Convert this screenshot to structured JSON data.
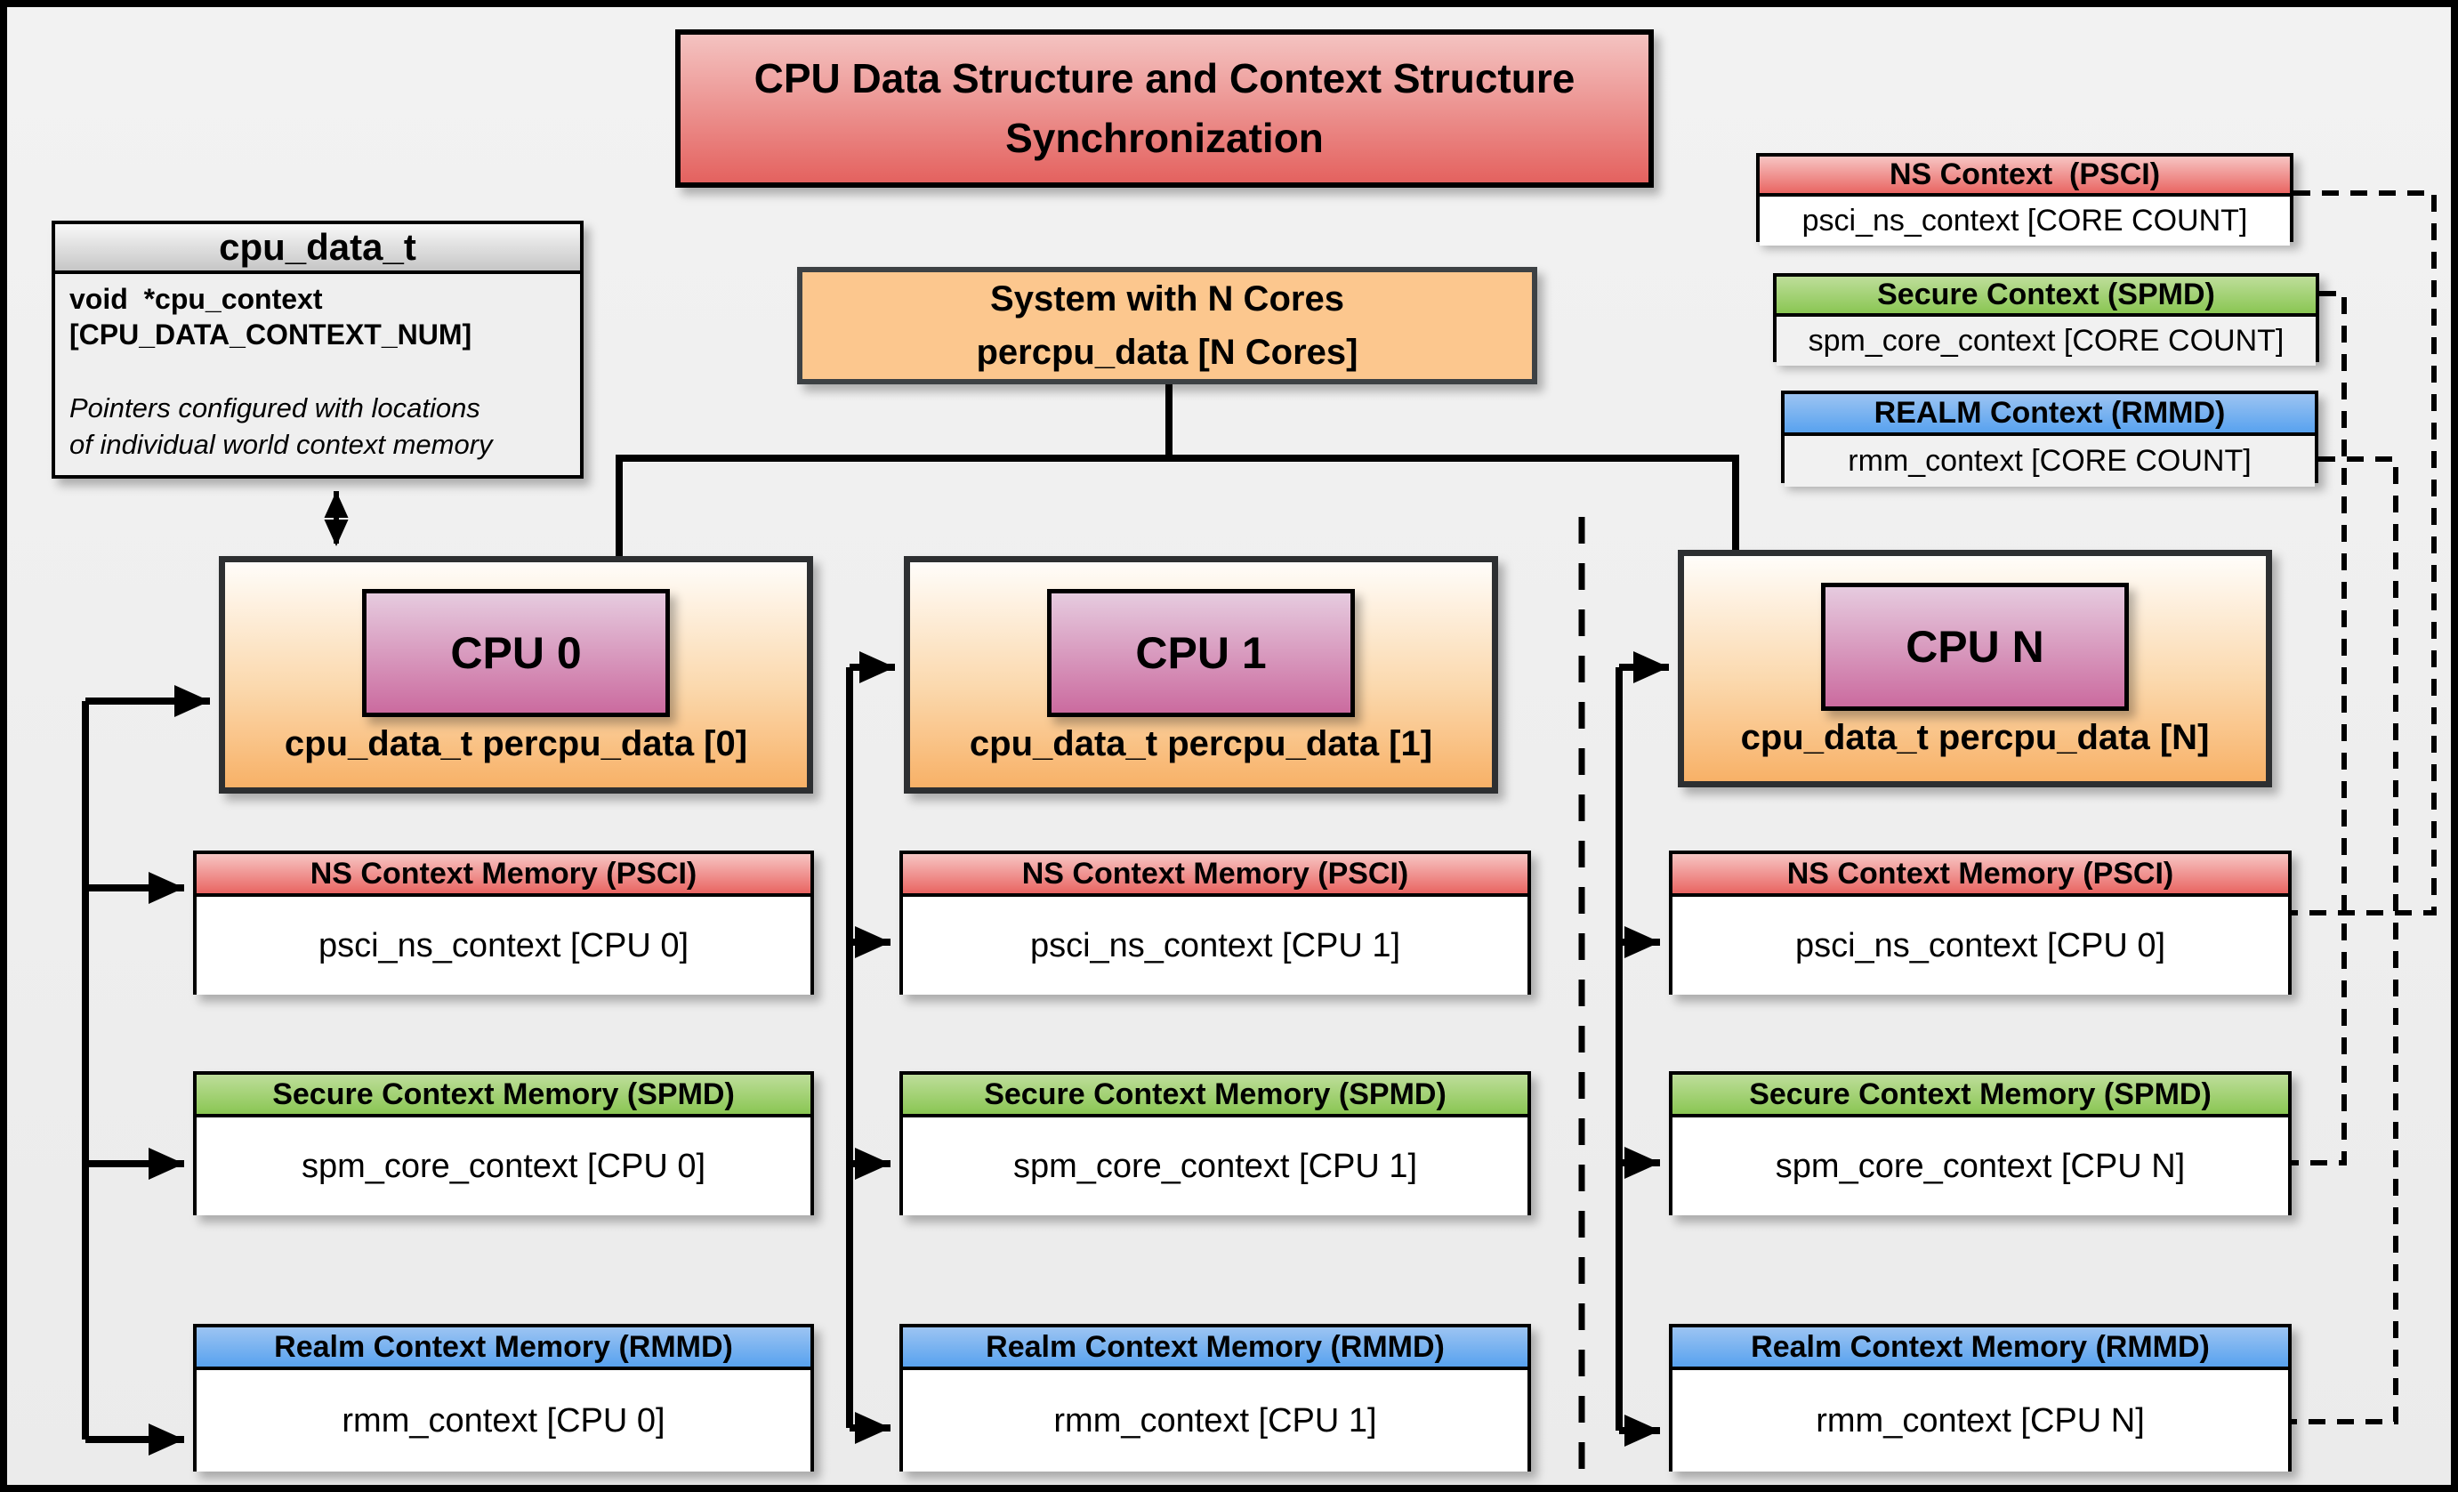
{
  "title": {
    "line1": "CPU Data Structure and Context Structure",
    "line2": "Synchronization"
  },
  "cpu_data_struct": {
    "header": "cpu_data_t",
    "field_line1": "void  *cpu_context",
    "field_line2": "[CPU_DATA_CONTEXT_NUM]",
    "note_line1": "Pointers configured with locations",
    "note_line2": "of individual world context memory"
  },
  "system": {
    "line1": "System with N Cores",
    "line2": "percpu_data [N Cores]"
  },
  "legend": [
    {
      "header": "NS Context  (PSCI)",
      "body": "psci_ns_context [CORE COUNT]"
    },
    {
      "header": "Secure Context (SPMD)",
      "body": "spm_core_context [CORE COUNT]"
    },
    {
      "header": "REALM Context (RMMD)",
      "body": "rmm_context [CORE COUNT]"
    }
  ],
  "cpus": [
    {
      "label": "CPU 0",
      "data_label": "cpu_data_t percpu_data [0]",
      "ns": {
        "header": "NS Context Memory (PSCI)",
        "body": "psci_ns_context [CPU 0]"
      },
      "secure": {
        "header": "Secure Context Memory (SPMD)",
        "body": "spm_core_context [CPU 0]"
      },
      "realm": {
        "header": "Realm Context Memory (RMMD)",
        "body": "rmm_context [CPU 0]"
      }
    },
    {
      "label": "CPU 1",
      "data_label": "cpu_data_t percpu_data [1]",
      "ns": {
        "header": "NS Context Memory (PSCI)",
        "body": "psci_ns_context [CPU 1]"
      },
      "secure": {
        "header": "Secure Context Memory (SPMD)",
        "body": "spm_core_context [CPU 1]"
      },
      "realm": {
        "header": "Realm Context Memory (RMMD)",
        "body": "rmm_context [CPU 1]"
      }
    },
    {
      "label": "CPU N",
      "data_label": "cpu_data_t percpu_data [N]",
      "ns": {
        "header": "NS Context Memory (PSCI)",
        "body": "psci_ns_context [CPU 0]"
      },
      "secure": {
        "header": "Secure Context Memory (SPMD)",
        "body": "spm_core_context [CPU N]"
      },
      "realm": {
        "header": "Realm Context Memory (RMMD)",
        "body": "rmm_context [CPU N]"
      }
    }
  ],
  "colors": {
    "page_background": "#efefef",
    "title_gradient_top": "#f4c3c1",
    "title_gradient_bottom": "#e4625f",
    "ns_header_red": "#e96562",
    "secure_header_green": "#8ac653",
    "realm_header_blue": "#58a2ef",
    "system_orange": "#fcc78e",
    "cpu_gradient_bottom": "#f8b167",
    "cpu_pink_bottom": "#cb6b9f",
    "struct_header_gray": "#c6c6c6",
    "line_black": "#000000"
  }
}
